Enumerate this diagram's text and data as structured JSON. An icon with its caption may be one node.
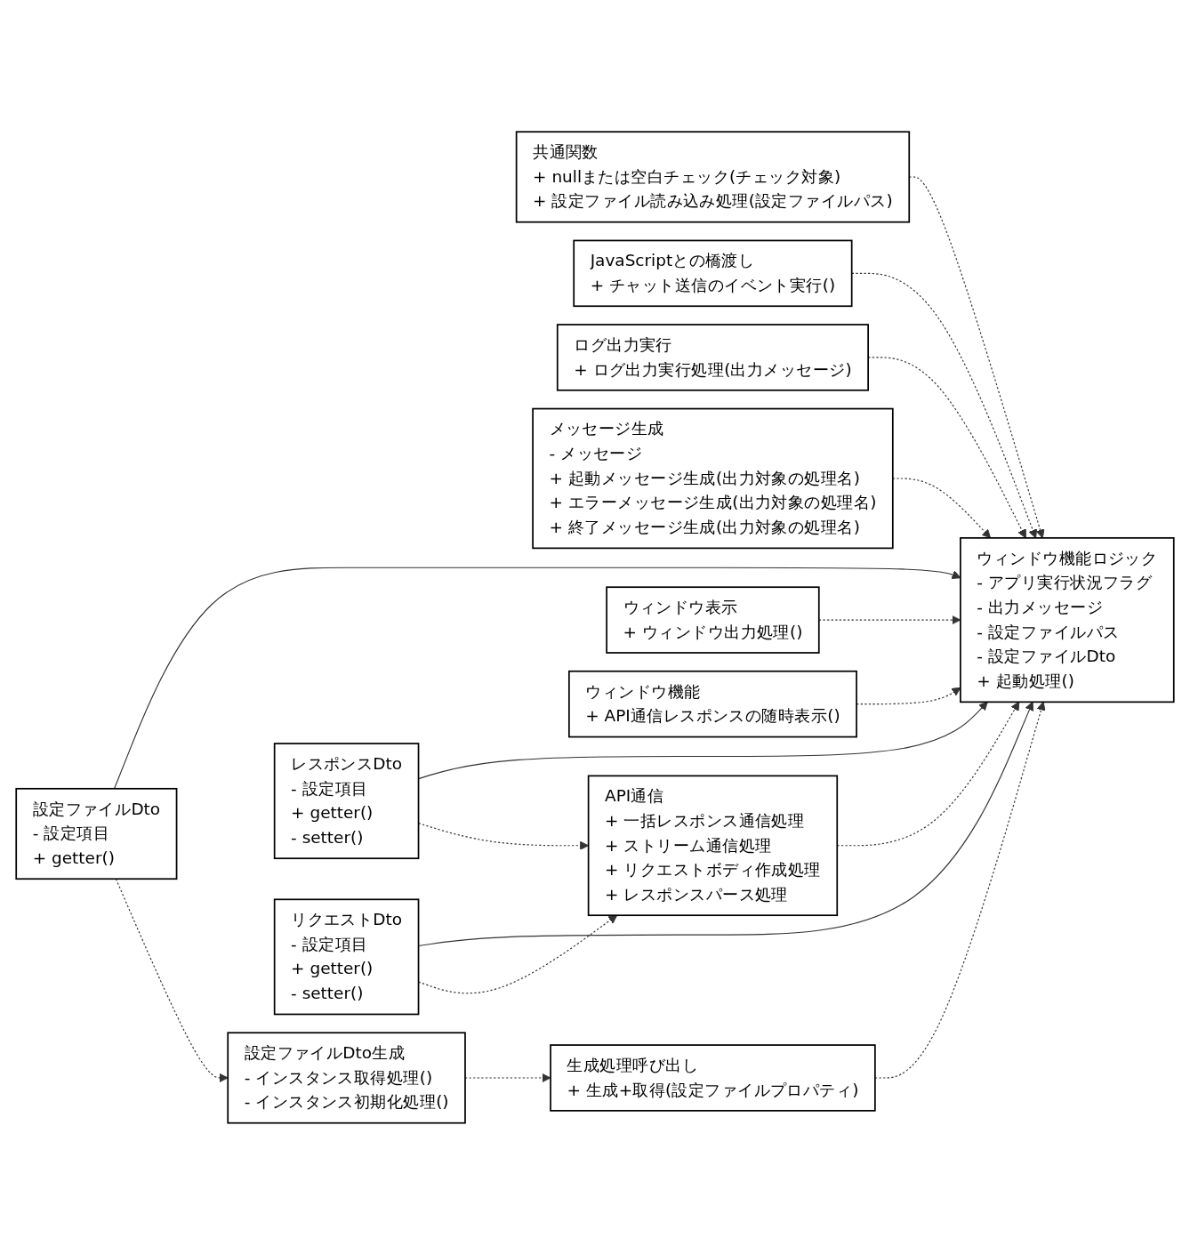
{
  "diagram": {
    "nodes": [
      {
        "text": [
          "共通関数",
          "+ nullまたは空白チェック(チェック対象)",
          "+ 設定ファイル読み込み処理(設定ファイルパス)"
        ]
      },
      {
        "text": [
          "JavaScriptとの橋渡し",
          "+ チャット送信のイベント実行()"
        ]
      },
      {
        "text": [
          "ウィンドウ機能ロジック",
          "- アプリ実行状況フラグ",
          "- 出力メッセージ",
          "- 設定ファイルパス",
          "- 設定ファイルDto",
          "+ 起動処理()"
        ]
      },
      {
        "text": [
          "ログ出力実行",
          "+ ログ出力実行処理(出力メッセージ)"
        ]
      },
      {
        "text": [
          "メッセージ生成",
          "- メッセージ",
          "+ 起動メッセージ生成(出力対象の処理名)",
          "+ エラーメッセージ生成(出力対象の処理名)",
          "+ 終了メッセージ生成(出力対象の処理名)"
        ]
      },
      {
        "text": [
          "生成処理呼び出し",
          "+ 生成+取得(設定ファイルプロパティ)"
        ]
      },
      {
        "text": [
          "設定ファイルDto",
          "- 設定項目",
          "+ getter()"
        ]
      },
      {
        "text": [
          "設定ファイルDto生成",
          "- インスタンス取得処理()",
          "- インスタンス初期化処理()"
        ]
      },
      {
        "text": [
          "ウィンドウ表示",
          "+ ウィンドウ出力処理()"
        ]
      },
      {
        "text": [
          "ウィンドウ機能",
          "+ API通信レスポンスの随時表示()"
        ]
      },
      {
        "text": [
          "API通信",
          "+ 一括レスポンス通信処理",
          "+ ストリーム通信処理",
          "+ リクエストボディ作成処理",
          "+ レスポンスパース処理"
        ]
      },
      {
        "text": [
          "レスポンスDto",
          "- 設定項目",
          "+ getter()",
          "- setter()"
        ]
      },
      {
        "text": [
          "リクエストDto",
          "- 設定項目",
          "+ getter()",
          "- setter()"
        ]
      }
    ],
    "edges": [
      {
        "from": 0,
        "to": 2,
        "arrow": "to",
        "style": "dashed"
      },
      {
        "from": 1,
        "to": 2,
        "arrow": "to",
        "style": "dashed"
      },
      {
        "from": 3,
        "to": 2,
        "arrow": "to",
        "style": "dashed"
      },
      {
        "from": 4,
        "to": 2,
        "arrow": "to",
        "style": "dashed"
      },
      {
        "from": 5,
        "to": 2,
        "arrow": "to",
        "style": "dashed"
      },
      {
        "from": 6,
        "to": 2,
        "arrow": "to"
      },
      {
        "from": 6,
        "to": 7,
        "arrow": "to",
        "style": "dashed"
      },
      {
        "from": 7,
        "to": 5,
        "arrow": "to",
        "style": "dashed"
      },
      {
        "from": 8,
        "to": 2,
        "arrow": "to",
        "style": "dashed"
      },
      {
        "from": 9,
        "to": 2,
        "arrow": "to",
        "style": "dashed"
      },
      {
        "from": 10,
        "to": 2,
        "arrow": "to",
        "style": "dashed"
      },
      {
        "from": 11,
        "to": 2,
        "arrow": "to"
      },
      {
        "from": 12,
        "to": 2,
        "arrow": "to"
      },
      {
        "from": 12,
        "to": 10,
        "arrow": "to",
        "style": "dashed"
      },
      {
        "from": 11,
        "to": 10,
        "arrow": "to",
        "style": "dashed"
      }
    ]
  }
}
